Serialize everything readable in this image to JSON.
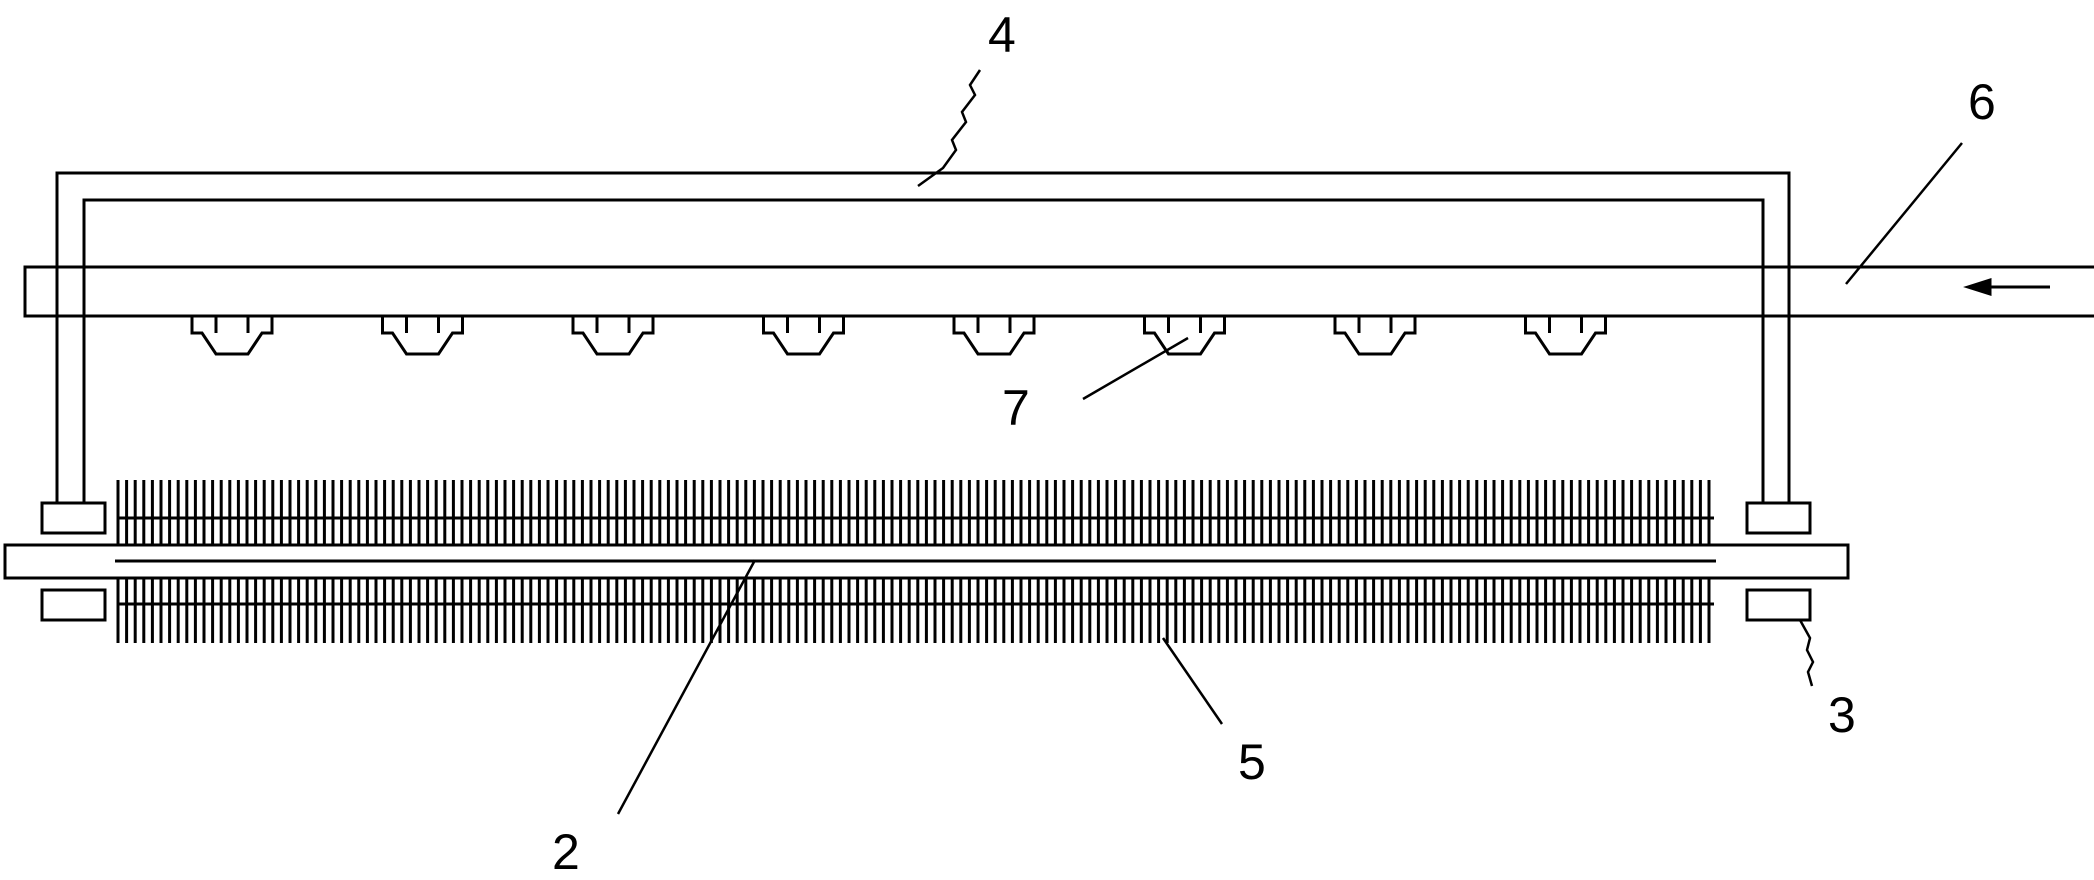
{
  "labels": {
    "l4": "4",
    "l6": "6",
    "l7": "7",
    "l2": "2",
    "l5": "5",
    "l3": "3"
  },
  "nozzle_count": 8,
  "colors": {
    "stroke": "#000000",
    "background": "#ffffff"
  }
}
